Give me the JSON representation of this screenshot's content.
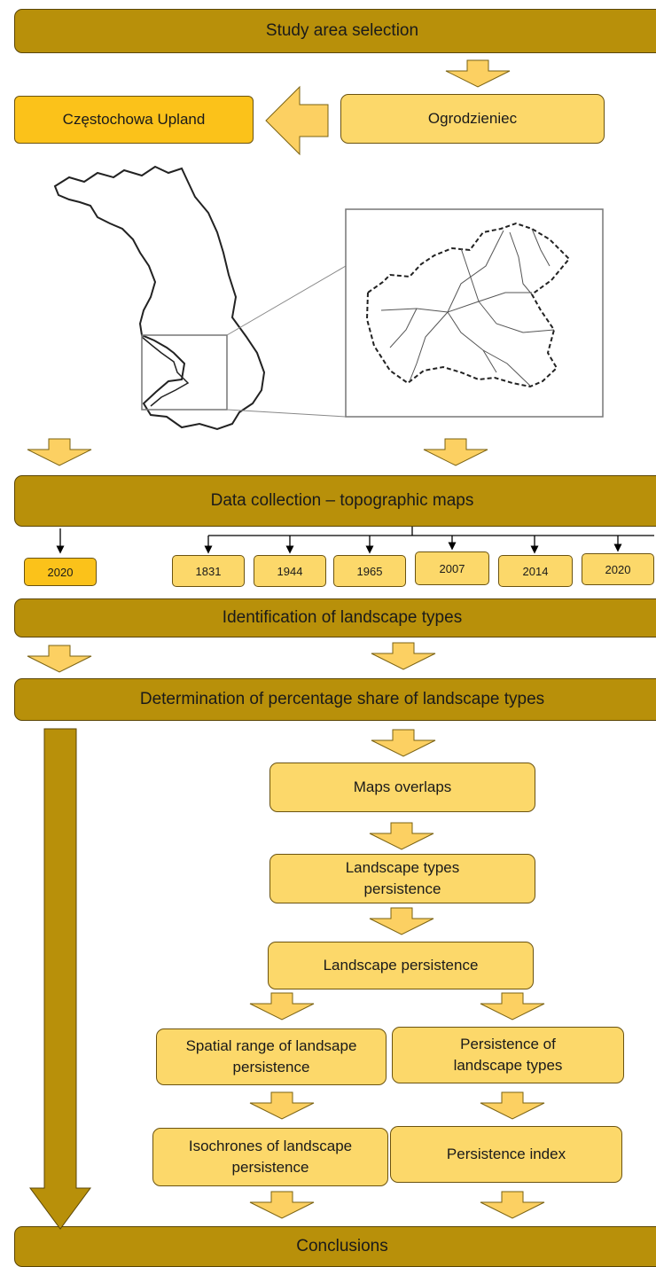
{
  "steps": {
    "study_area": "Study area selection",
    "czestochowa": "Częstochowa Upland",
    "ogrodzieniec": "Ogrodzieniec",
    "data_collection": "Data collection – topographic maps",
    "identification": "Identification of landscape types",
    "determination": "Determination of percentage share of landscape types",
    "maps_overlaps": "Maps overlaps",
    "types_persistence": "Landscape types persistence",
    "landscape_persistence": "Landscape persistence",
    "spatial_range": "Spatial range of landsape persistence",
    "persistence_of_types": "Persistence of landscape types",
    "isochrones": "Isochrones of landscape persistence",
    "persistence_index": "Persistence index",
    "conclusions": "Conclusions"
  },
  "years_left": [
    "2020"
  ],
  "years_right": [
    "1831",
    "1944",
    "1965",
    "2007",
    "2014",
    "2020"
  ],
  "colors": {
    "bar": "#b8900a",
    "light_box": "#fcd86a",
    "orange_box": "#fbc21a",
    "arrow": "#f7c43a"
  }
}
